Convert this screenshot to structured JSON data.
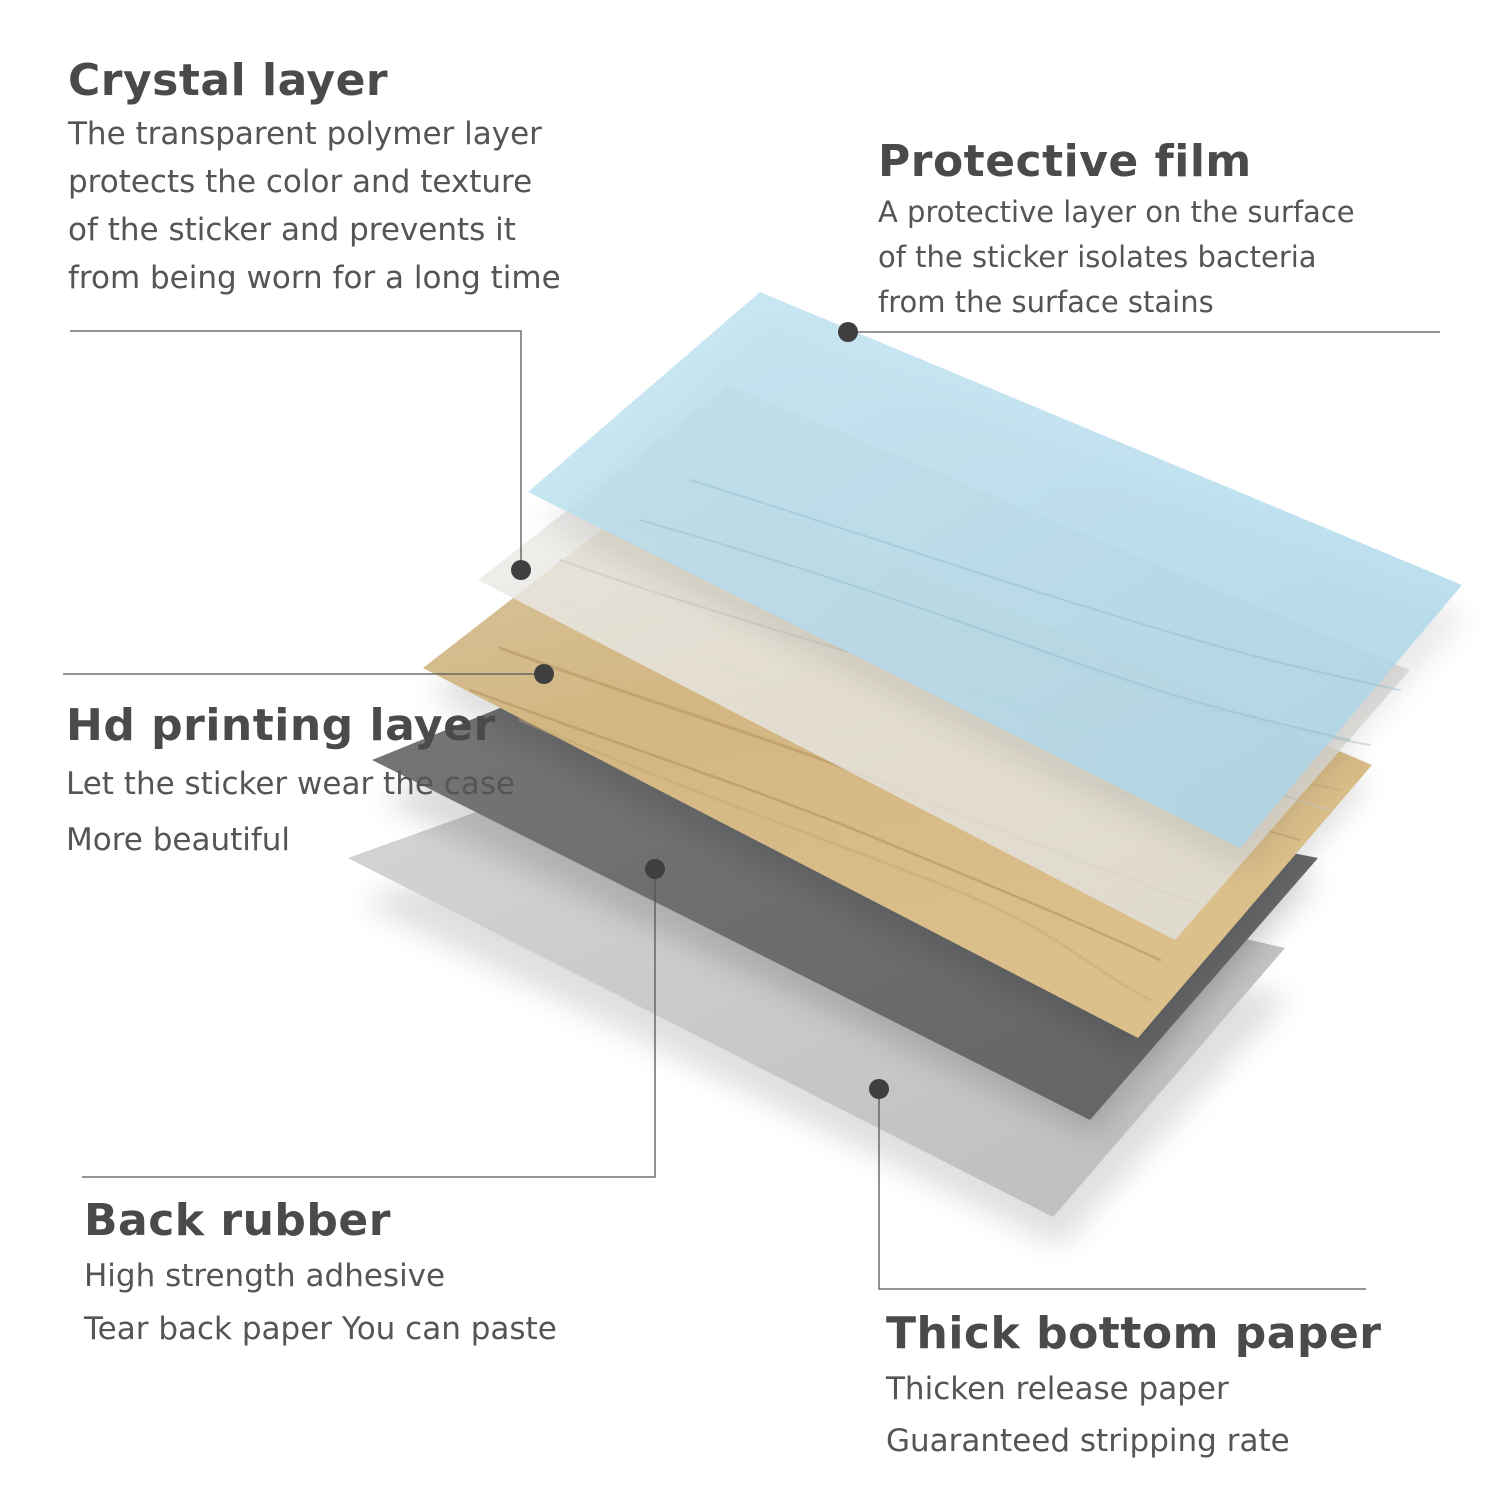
{
  "labels": {
    "crystal": {
      "title": "Crystal layer",
      "lines": [
        "The transparent polymer layer",
        "protects the color and texture",
        "of the sticker and prevents it",
        "from being worn for a long time"
      ]
    },
    "protective": {
      "title": "Protective film",
      "lines": [
        "A protective layer on the surface",
        "of the sticker isolates bacteria",
        "from the surface stains"
      ]
    },
    "hd": {
      "title": "Hd printing layer",
      "lines": [
        "Let the sticker wear the case",
        "More beautiful"
      ]
    },
    "rubber": {
      "title": "Back rubber",
      "lines": [
        "High strength adhesive",
        "Tear back paper You can paste"
      ]
    },
    "thick": {
      "title": "Thick bottom paper",
      "lines": [
        "Thicken release paper",
        "Guaranteed stripping rate"
      ]
    }
  },
  "colors": {
    "protective_film": "#b4dcec",
    "crystal_layer": "#eae8e4",
    "printing_layer": "#d2b483",
    "back_rubber": "#6a6b6d",
    "bottom_paper": "#c6c6c6",
    "callout": "#444444",
    "text": "#4a4a4a"
  }
}
